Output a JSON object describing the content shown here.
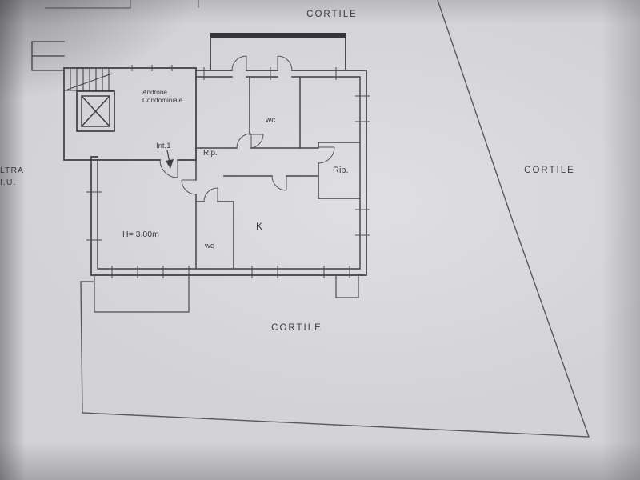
{
  "labels": {
    "cortile_top": "CORTILE",
    "cortile_right": "CORTILE",
    "cortile_bottom": "CORTILE",
    "edge_left_line1": "LTRA",
    "edge_left_line2": "I.U.",
    "androne_line1": "Androne",
    "androne_line2": "Condominiale",
    "int1": "Int.1",
    "rip_left": "Rip.",
    "rip_right": "Rip.",
    "wc_top": "wc",
    "wc_bottom": "wc",
    "kitchen": "K",
    "ceiling_height": "H= 3.00m"
  },
  "colors": {
    "ink": "#3b3b41",
    "paper": "#d3d3d6"
  }
}
